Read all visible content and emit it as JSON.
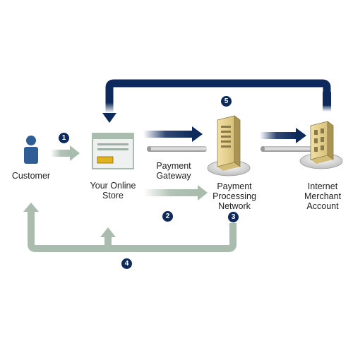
{
  "labels": {
    "customer": "Customer",
    "store": "Your Online\nStore",
    "gateway": "Payment\nGateway",
    "network": "Payment\nProcessing\nNetwork",
    "merchant": "Internet\nMerchant\nAccount"
  },
  "steps": [
    "1",
    "2",
    "3",
    "4",
    "5"
  ],
  "colors": {
    "navy": "#0e2a5c",
    "sage": "#a9bcae",
    "person": "#2f5d96",
    "tan": "#e3ce8b",
    "text": "#222222"
  },
  "icons": {
    "customer": "person-icon",
    "store": "web-page-icon",
    "network": "server-tower-icon",
    "merchant": "building-tower-icon"
  }
}
